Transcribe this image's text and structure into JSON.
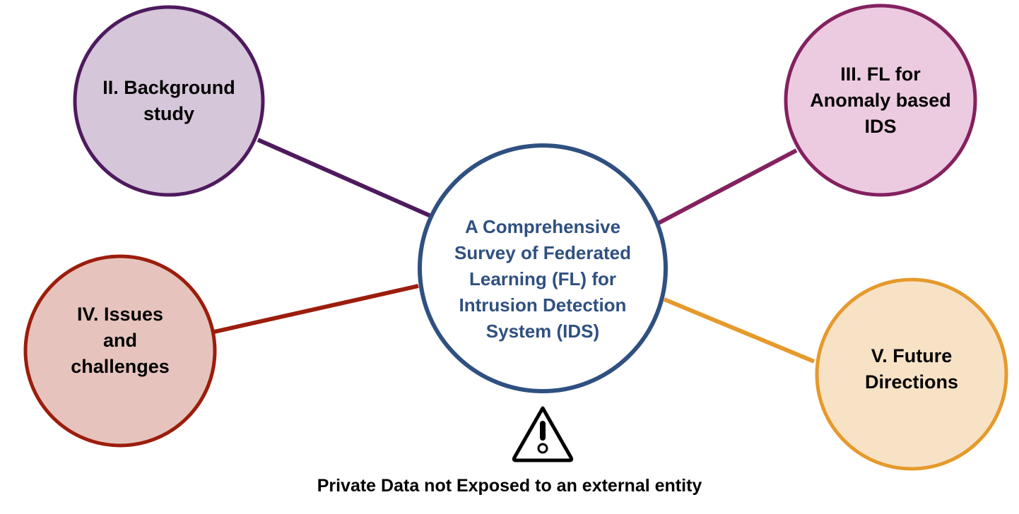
{
  "diagram": {
    "center": {
      "label": "A Comprehensive\nSurvey of Federated\nLearning (FL) for\nIntrusion Detection\nSystem (IDS)",
      "stroke": "#2f5080",
      "fill": "#ffffff",
      "text_color": "#2f5080"
    },
    "nodes": [
      {
        "id": "background",
        "label": "II. Background\nstudy",
        "fill": "#d5c6d9",
        "stroke": "#4e1a5e"
      },
      {
        "id": "anomaly",
        "label": "III. FL for\nAnomaly based\nIDS",
        "fill": "#eccbe0",
        "stroke": "#84215f"
      },
      {
        "id": "issues",
        "label": "IV. Issues\nand\nchallenges",
        "fill": "#e6c4bd",
        "stroke": "#9c1d0c"
      },
      {
        "id": "future",
        "label": "V. Future\nDirections",
        "fill": "#f8e2c6",
        "stroke": "#e59a2c"
      }
    ],
    "warning": {
      "icon": "warning-triangle-icon",
      "note": "Private Data not Exposed to an external entity"
    }
  }
}
